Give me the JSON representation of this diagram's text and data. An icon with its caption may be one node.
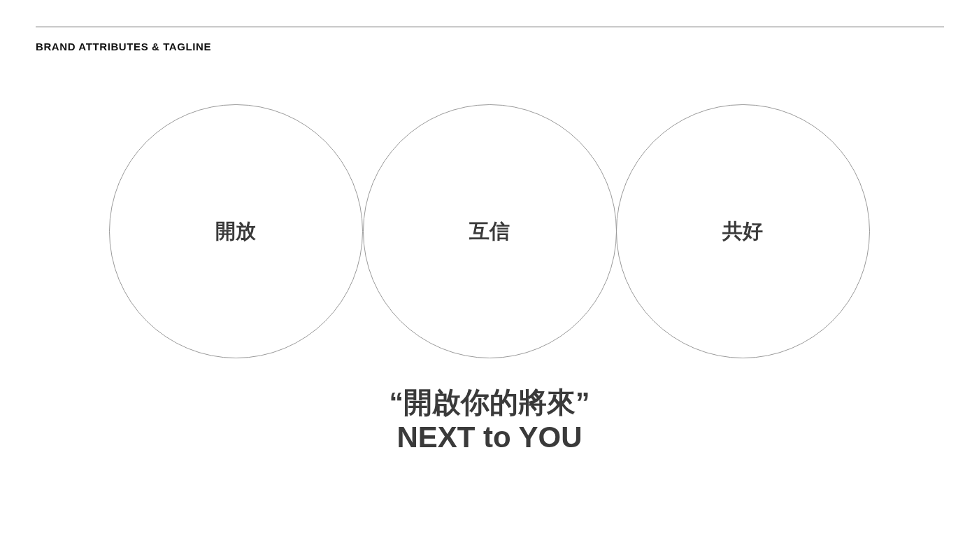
{
  "diagram": {
    "title": "BRAND ATTRIBUTES & TAGLINE",
    "nodes": [
      {
        "text": [
          "開放"
        ]
      },
      {
        "text": [
          "互信"
        ]
      },
      {
        "text": [
          "共好"
        ]
      }
    ],
    "labels": [
      "“開啟你的將來”",
      "NEXT to YOU"
    ]
  }
}
